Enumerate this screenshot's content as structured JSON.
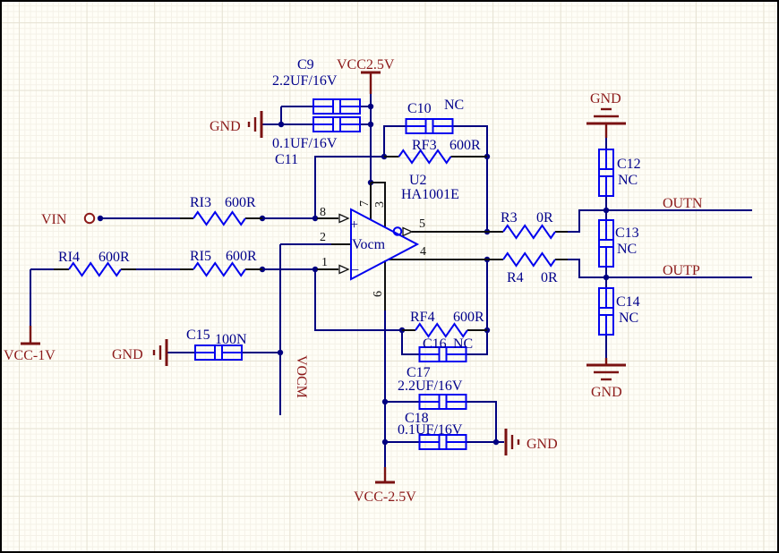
{
  "schematic": {
    "power": {
      "vcc_pos": "VCC2.5V",
      "vcc_neg": "VCC-2.5V",
      "vcc_m1": "VCC-1V",
      "gnd": "GND"
    },
    "nets": {
      "vin": "VIN",
      "outn": "OUTN",
      "outp": "OUTP",
      "vocm": "VOCM"
    },
    "opamp": {
      "designator": "U2",
      "part": "HA1001E",
      "plus": "+",
      "minus": "−",
      "vocm_pin_name": "Vocm",
      "pins": {
        "p1": "1",
        "p2": "2",
        "p3": "3",
        "p4": "4",
        "p5": "5",
        "p6": "6",
        "p7": "7",
        "p8": "8"
      }
    },
    "resistors": {
      "RI3": {
        "ref": "RI3",
        "value": "600R"
      },
      "RI4": {
        "ref": "RI4",
        "value": "600R"
      },
      "RI5": {
        "ref": "RI5",
        "value": "600R"
      },
      "RF3": {
        "ref": "RF3",
        "value": "600R"
      },
      "RF4": {
        "ref": "RF4",
        "value": "600R"
      },
      "R3": {
        "ref": "R3",
        "value": "0R"
      },
      "R4": {
        "ref": "R4",
        "value": "0R"
      }
    },
    "capacitors": {
      "C9": {
        "ref": "C9",
        "value": "2.2UF/16V"
      },
      "C10": {
        "ref": "C10",
        "value": "NC"
      },
      "C11": {
        "ref": "C11",
        "value": "0.1UF/16V"
      },
      "C12": {
        "ref": "C12",
        "value": "NC"
      },
      "C13": {
        "ref": "C13",
        "value": "NC"
      },
      "C14": {
        "ref": "C14",
        "value": "NC"
      },
      "C15": {
        "ref": "C15",
        "value": "100N"
      },
      "C16": {
        "ref": "C16",
        "value": "NC"
      },
      "C17": {
        "ref": "C17",
        "value": "2.2UF/16V"
      },
      "C18": {
        "ref": "C18",
        "value": "0.1UF/16V"
      }
    },
    "colors": {
      "wire": "#000080",
      "component": "#0202ee",
      "power": "#7a1212",
      "designator_text": "#00008b"
    }
  }
}
